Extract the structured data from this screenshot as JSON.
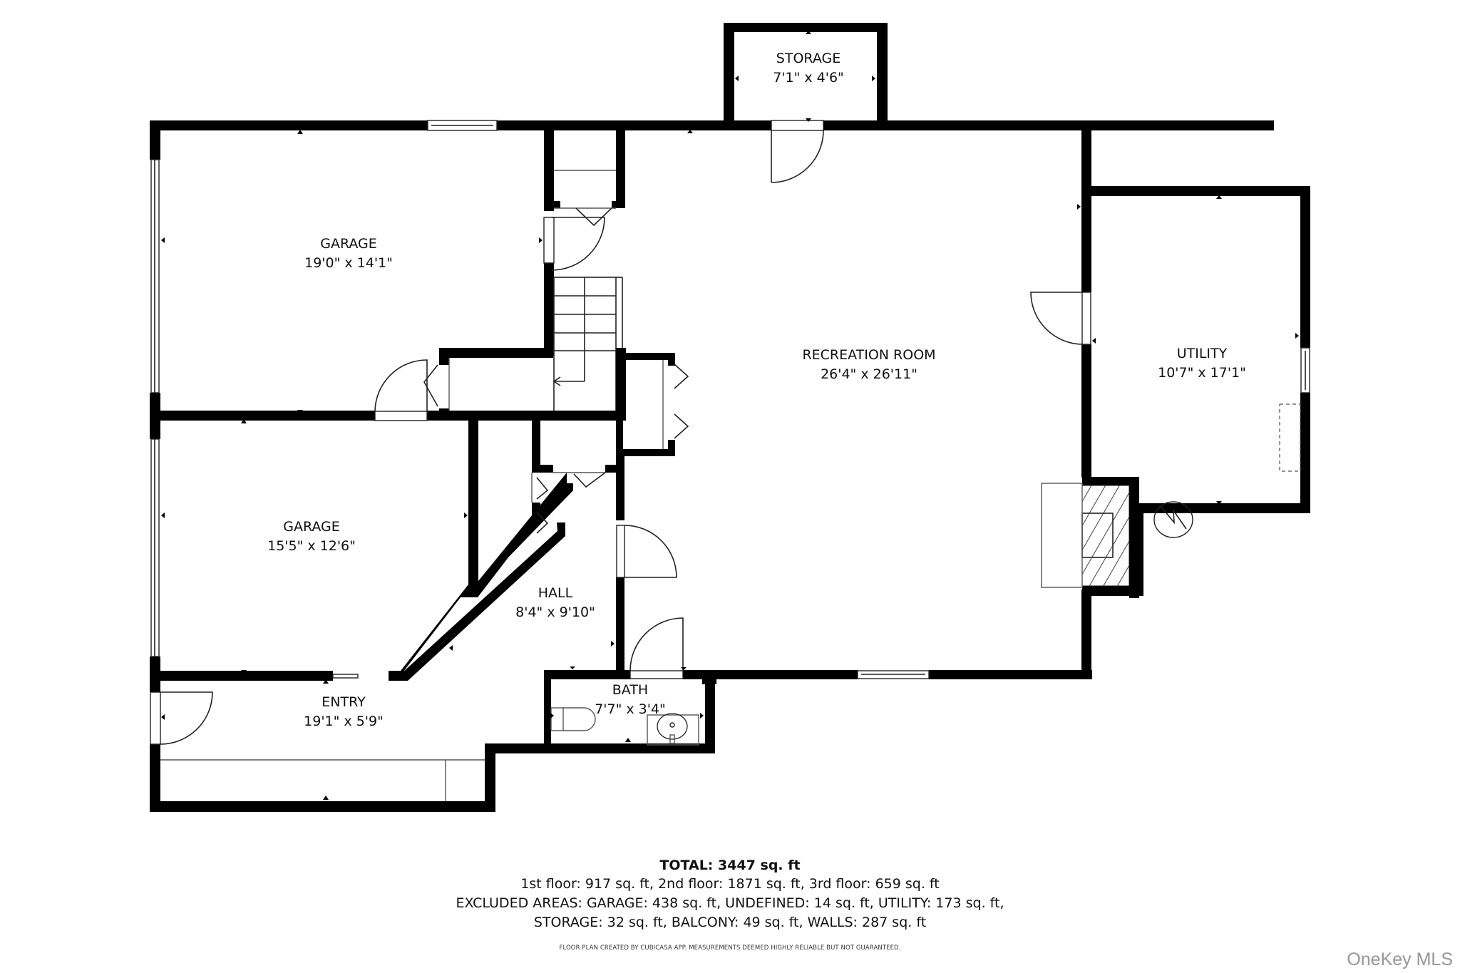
{
  "rooms": [
    {
      "name": "STORAGE",
      "dims": "7'1\" x 4'6\""
    },
    {
      "name": "GARAGE",
      "dims": "19'0\" x 14'1\""
    },
    {
      "name": "RECREATION ROOM",
      "dims": "26'4\" x 26'11\""
    },
    {
      "name": "UTILITY",
      "dims": "10'7\" x 17'1\""
    },
    {
      "name": "GARAGE",
      "dims": "15'5\" x 12'6\""
    },
    {
      "name": "HALL",
      "dims": "8'4\" x 9'10\""
    },
    {
      "name": "ENTRY",
      "dims": "19'1\" x 5'9\""
    },
    {
      "name": "BATH",
      "dims": "7'7\" x 3'4\""
    }
  ],
  "summary": {
    "total": "TOTAL: 3447 sq. ft",
    "floors": "1st floor: 917 sq. ft, 2nd floor: 1871 sq. ft, 3rd floor: 659 sq. ft",
    "excluded_1": "EXCLUDED AREAS: GARAGE: 438 sq. ft, UNDEFINED: 14 sq. ft, UTILITY: 173 sq. ft,",
    "excluded_2": "STORAGE: 32 sq. ft, BALCONY: 49 sq. ft, WALLS: 287 sq. ft",
    "disclaimer": "FLOOR PLAN CREATED BY CUBICASA APP. MEASUREMENTS DEEMED HIGHLY RELIABLE BUT NOT GUARANTEED."
  },
  "watermark": "OneKey MLS",
  "colors": {
    "wall": "#000000",
    "background": "#ffffff",
    "watermark": "#9a9a9a"
  }
}
